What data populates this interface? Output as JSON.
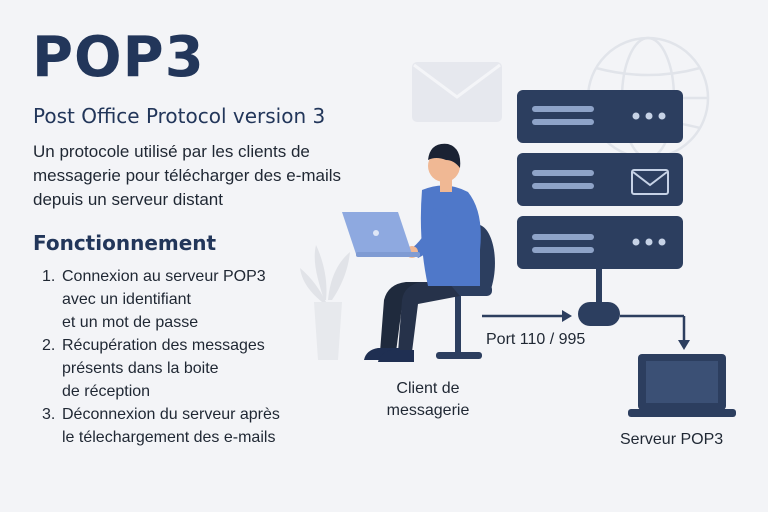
{
  "title": "POP3",
  "subtitle": "Post Office Protocol version 3",
  "description": "Un protocole utilisé par les clients de messagerie pour télécharger des e-mails depuis un serveur distant",
  "section_title": "Fonctionnement",
  "steps": [
    {
      "number": "1.",
      "lines": [
        "Connexion au serveur POP3",
        "avec un identifiant",
        "et un mot de passe"
      ]
    },
    {
      "number": "2.",
      "lines": [
        "Récupération des messages",
        "présents dans la boite",
        "de réception"
      ]
    },
    {
      "number": "3.",
      "lines": [
        "Déconnexion du serveur après",
        "le télechargement des e-mails"
      ]
    }
  ],
  "labels": {
    "port": "Port 110 / 995",
    "client": "Client de messagerie",
    "server": "Serveur POP3"
  },
  "icons": [
    "envelope-icon",
    "globe-icon",
    "server-icon",
    "laptop-icon",
    "person-icon",
    "plant-icon",
    "chair-icon",
    "arrow-icon"
  ],
  "colors": {
    "navy": "#22365a",
    "server": "#2c3e5f",
    "accent_blue": "#4f78c9",
    "background": "#f3f4f7"
  }
}
